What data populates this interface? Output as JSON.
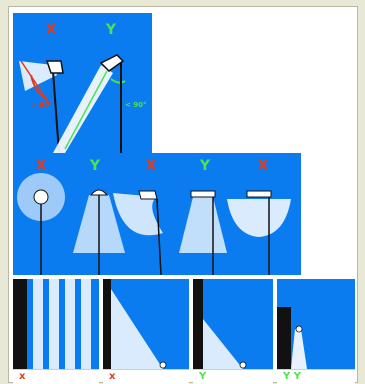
{
  "colors": {
    "sky": "#0a7cf0",
    "bad": "#e23a1f",
    "good": "#4ee24e",
    "pole": "#111111",
    "light": "#ffffff"
  },
  "top_panel": {
    "left_mark": "X",
    "right_mark": "Y",
    "left_angle": "> 90°",
    "right_angle": "< 90°"
  },
  "middle_panel": {
    "marks": [
      "X",
      "Y",
      "X",
      "Y",
      "X"
    ]
  },
  "bottom_panels": [
    {
      "label": "x"
    },
    {
      "label": "x"
    },
    {
      "label": "Y"
    },
    {
      "label": "Y Y"
    }
  ]
}
